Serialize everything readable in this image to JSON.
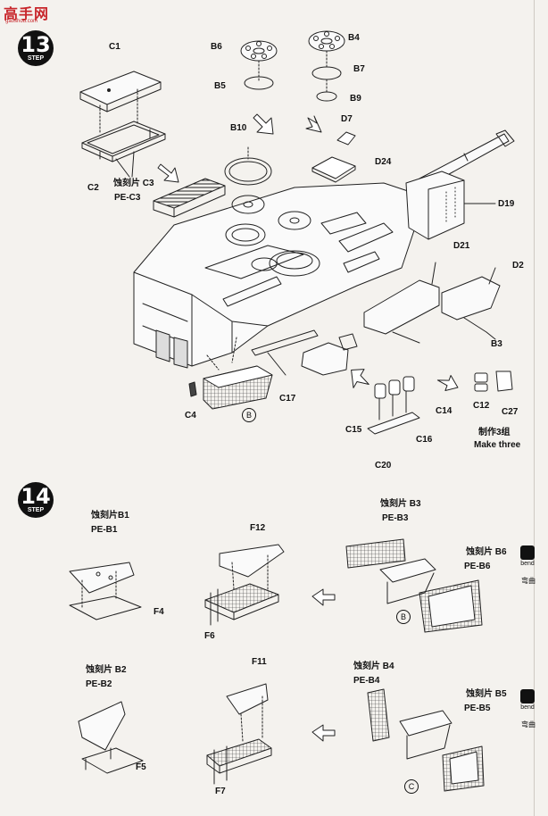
{
  "watermark": {
    "text": "高手网",
    "url": "gaoshou.com"
  },
  "step13": {
    "number": "13",
    "label": "STEP",
    "parts": {
      "c1": "C1",
      "c2": "C2",
      "c3": "蚀刻片 C3",
      "pe_c3": "PE-C3",
      "b6": "B6",
      "b5": "B5",
      "b4": "B4",
      "b7": "B7",
      "b9": "B9",
      "b10": "B10",
      "d7": "D7",
      "d24": "D24",
      "d19": "D19",
      "d21": "D21",
      "d2": "D2",
      "b3": "B3",
      "c4": "C4",
      "c17": "C17",
      "c12": "C12",
      "c27": "C27",
      "c14": "C14",
      "c15": "C15",
      "c16": "C16",
      "c20": "C20"
    },
    "marker_b": "B",
    "make_three_cn": "制作3组",
    "make_three_en": "Make three"
  },
  "step14": {
    "number": "14",
    "label": "STEP",
    "parts": {
      "pe_b1_cn": "蚀刻片B1",
      "pe_b1": "PE-B1",
      "f4": "F4",
      "f12": "F12",
      "f6": "F6",
      "pe_b3_cn": "蚀刻片 B3",
      "pe_b3": "PE-B3",
      "pe_b6_cn": "蚀刻片 B6",
      "pe_b6": "PE-B6",
      "pe_b2_cn": "蚀刻片 B2",
      "pe_b2": "PE-B2",
      "f5": "F5",
      "f11": "F11",
      "f7": "F7",
      "pe_b4_cn": "蚀刻片 B4",
      "pe_b4": "PE-B4",
      "pe_b5_cn": "蚀刻片 B5",
      "pe_b5": "PE-B5"
    },
    "marker_b": "B",
    "marker_c": "C",
    "bend_en": "bend",
    "bend_cn": "弯曲"
  }
}
